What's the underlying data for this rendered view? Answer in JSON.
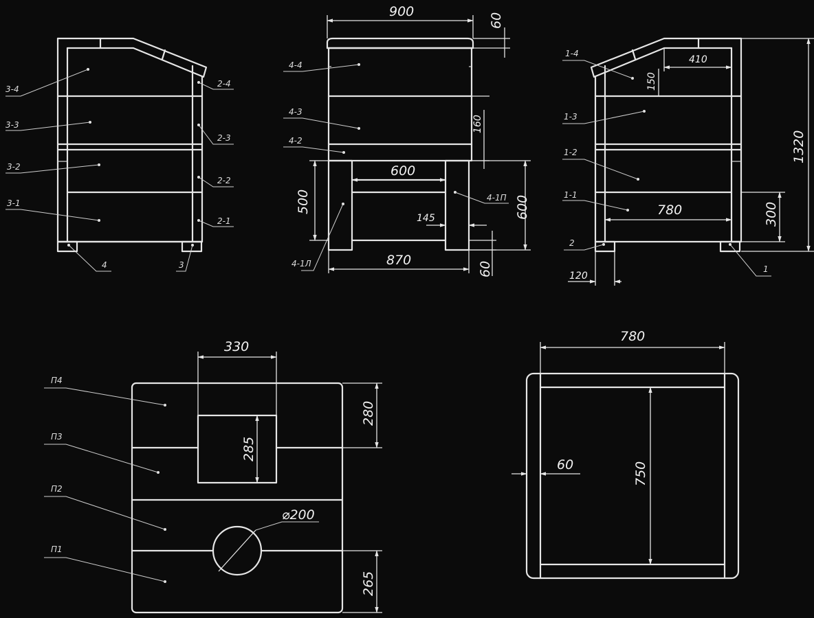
{
  "front_left": {
    "labels": [
      "3-4",
      "3-3",
      "3-2",
      "3-1",
      "2-4",
      "2-3",
      "2-2",
      "2-1",
      "4",
      "3"
    ]
  },
  "front_center": {
    "labels": [
      "4-4",
      "4-3",
      "4-2",
      "4-1П",
      "4-1Л"
    ],
    "dims": {
      "width": "900",
      "top": "60",
      "inner": "600",
      "h_left": "500",
      "h_right": "600",
      "gap": "145",
      "bottom": "870",
      "foot": "60",
      "shelf": "160"
    }
  },
  "side_right": {
    "labels": [
      "1-4",
      "1-3",
      "1-2",
      "1-1",
      "2",
      "1"
    ],
    "dims": {
      "roof": "410",
      "rise": "150",
      "height": "1320",
      "inner": "780",
      "lower": "300",
      "foot": "120"
    }
  },
  "panel_view": {
    "labels": [
      "П4",
      "П3",
      "П2",
      "П1"
    ],
    "dims": {
      "window_w": "330",
      "window_h": "285",
      "top_h": "280",
      "hole": "⌀200",
      "bottom_h": "265"
    }
  },
  "plan_view": {
    "dims": {
      "width": "780",
      "depth": "750",
      "offset": "60"
    }
  }
}
